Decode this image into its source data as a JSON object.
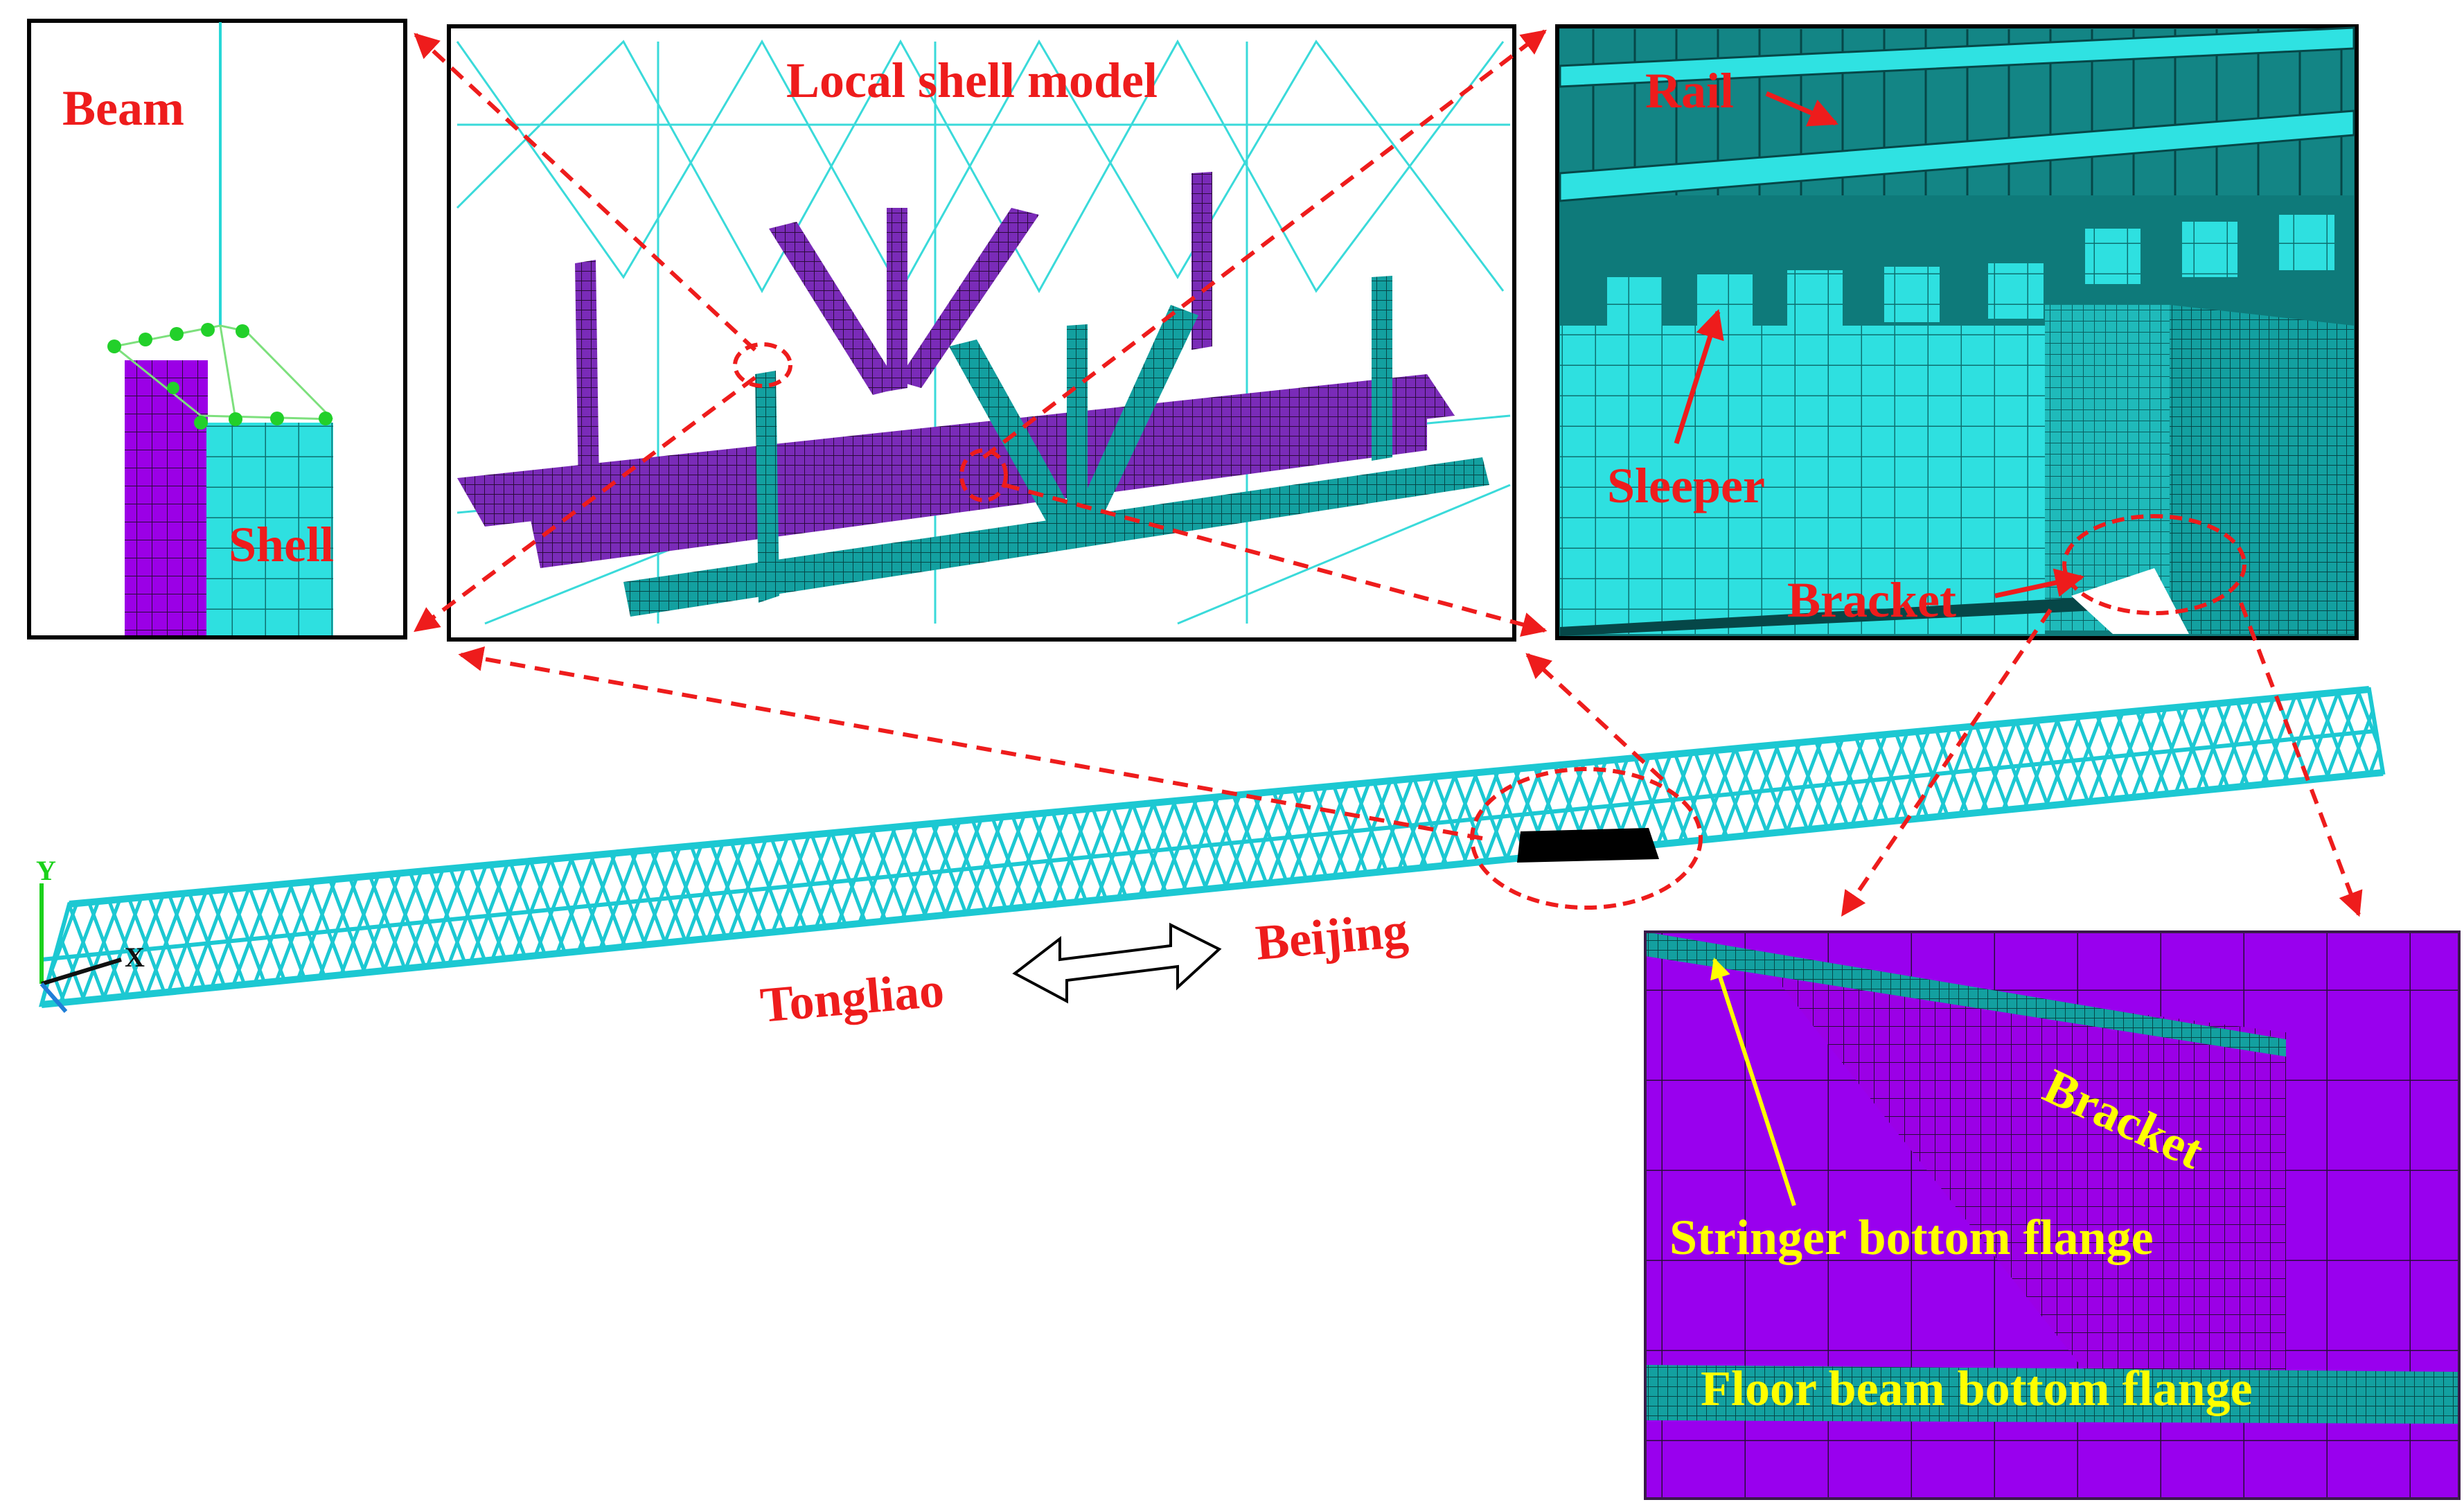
{
  "labels": {
    "beam": "Beam",
    "shell": "Shell",
    "local_shell_model": "Local shell model",
    "rail": "Rail",
    "sleeper": "Sleeper",
    "bracket_top": "Bracket",
    "bracket_detail": "Bracket",
    "stringer_bottom_flange": "Stringer bottom flange",
    "floor_beam_bottom_flange": "Floor beam bottom flange",
    "tongliao": "Tongliao",
    "beijing": "Beijing",
    "axis_y": "Y",
    "axis_x": "X"
  },
  "colors": {
    "annotation_red": "#ee1c1c",
    "annotation_yellow": "#ffff00",
    "mesh_cyan": "#27d7d7",
    "deep_cyan": "#13a5a5",
    "dark_teal": "#0f6f72",
    "purple": "#9b00e6",
    "dark_purple": "#6b1fa3"
  }
}
